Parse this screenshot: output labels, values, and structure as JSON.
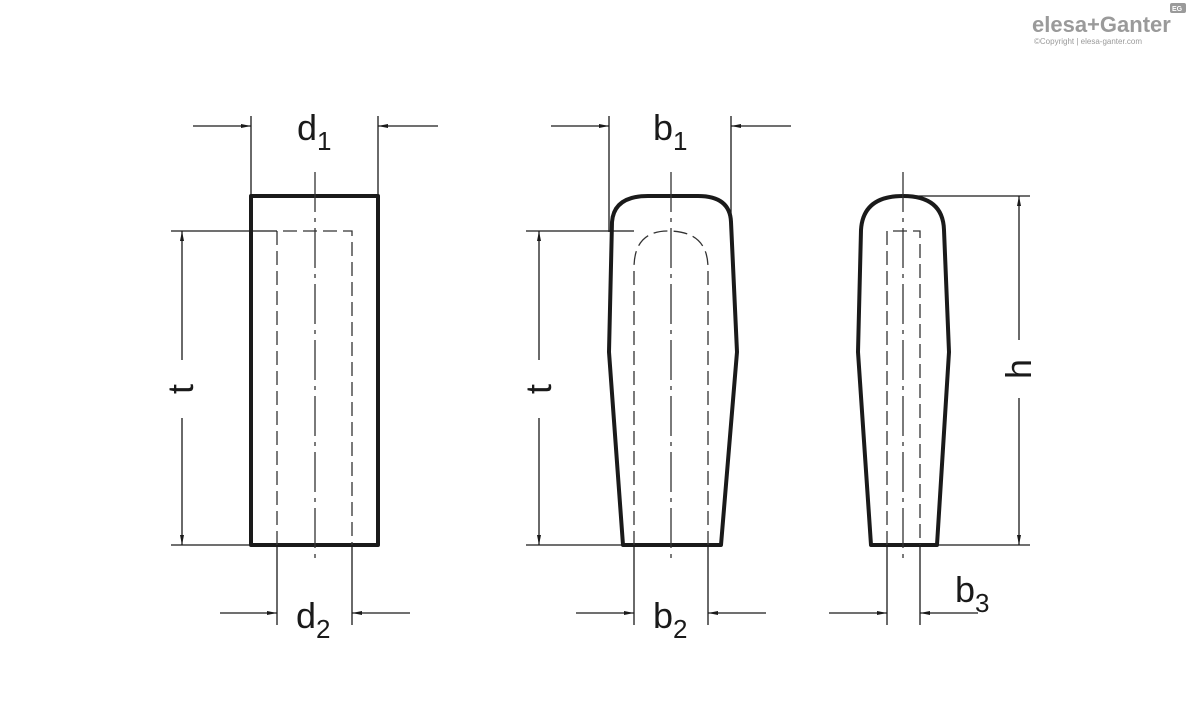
{
  "logo": {
    "brand": "elesa+Ganter",
    "badge": "EG",
    "copyright": "©Copyright | elesa-ganter.com"
  },
  "views": {
    "cylindrical": {
      "top_label": "d",
      "top_sub": "1",
      "bottom_label": "d",
      "bottom_sub": "2",
      "depth_label": "t"
    },
    "tapered_front": {
      "top_label": "b",
      "top_sub": "1",
      "bottom_label": "b",
      "bottom_sub": "2",
      "depth_label": "t"
    },
    "tapered_side": {
      "bottom_label": "b",
      "bottom_sub": "3",
      "height_label": "h"
    }
  },
  "colors": {
    "line": "#1a1a1a",
    "logo": "#9a9a9a"
  }
}
